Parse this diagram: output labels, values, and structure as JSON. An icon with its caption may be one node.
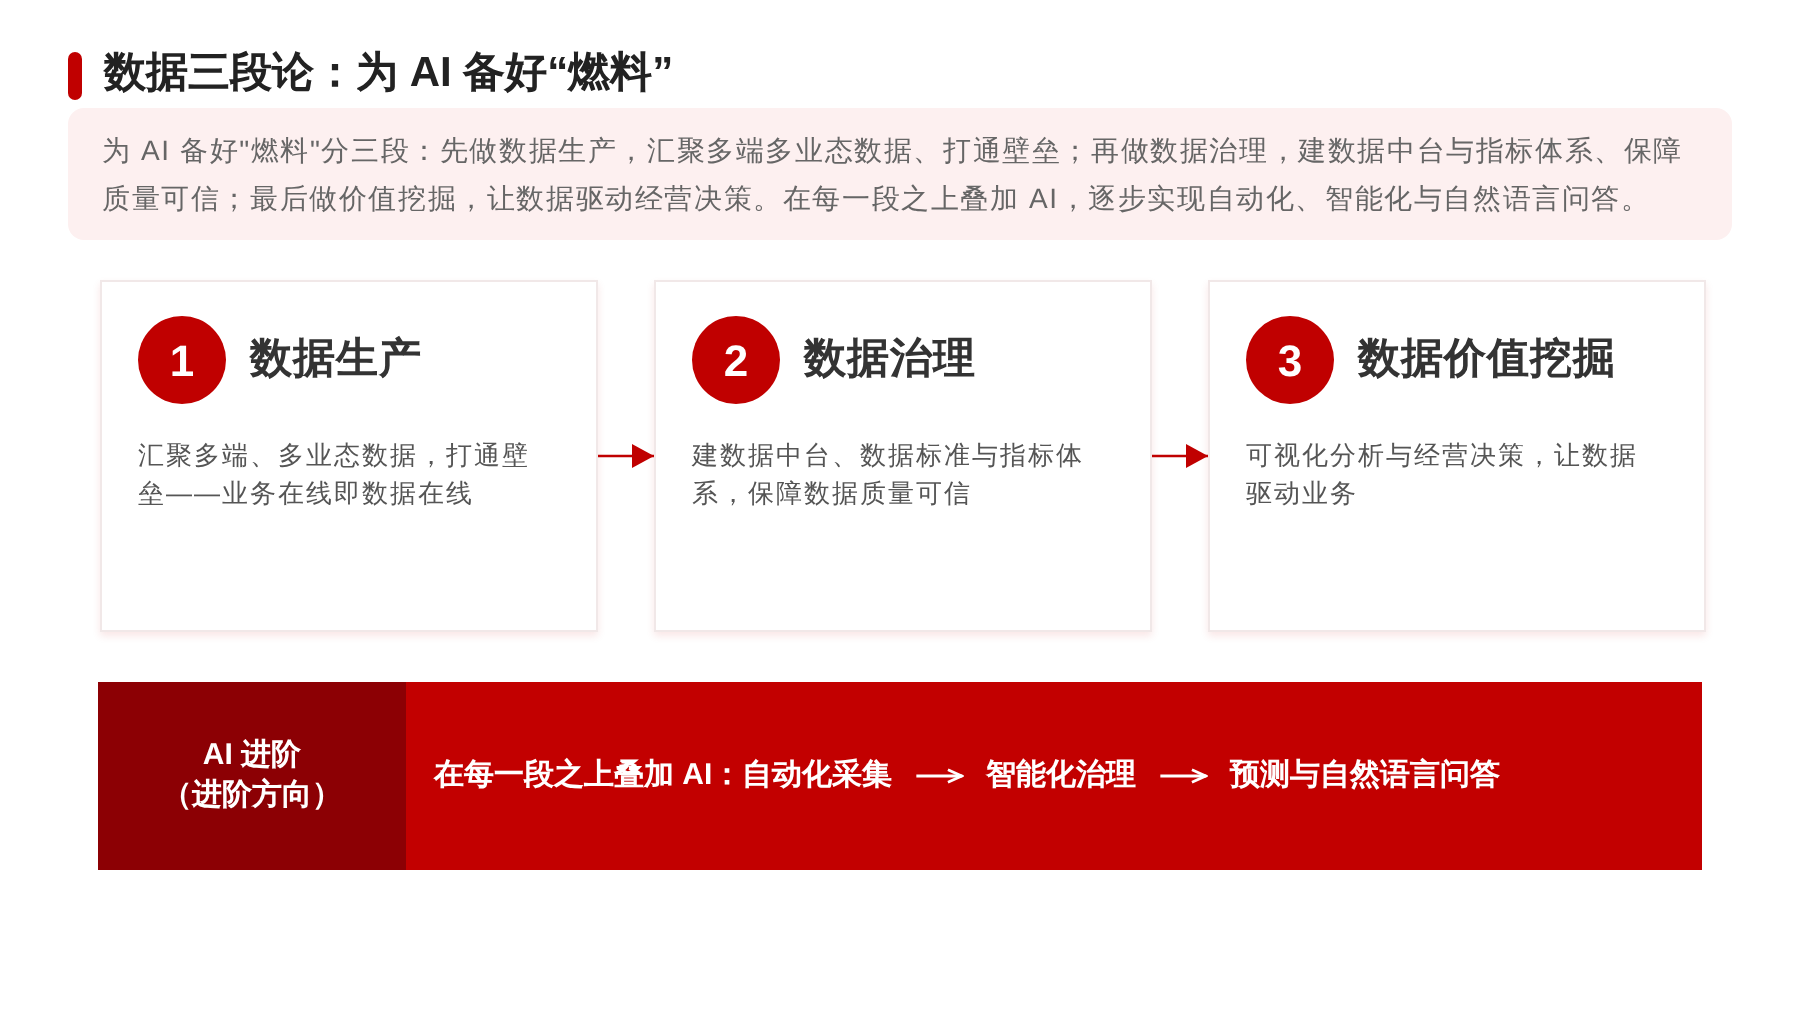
{
  "diagram": {
    "title": "数据三段论：为 AI 备好“燃料”",
    "nodes": [
      {
        "text": [
          "为 AI 备好\"燃料\"分三段：先做数据生产，汇聚多端多业态数据、打通壁垒；再做数据治理，建数据中台与指标体系、保障质量可信；最后做价值挖掘，让数据驱动经营决策。在每一段之上叠加 AI，逐步实现自动化、智能化与自然语言问答。"
        ]
      },
      {
        "text": [
          "数据生产",
          "汇聚多端、多业态数据，打通壁垒——业务在线即数据在线"
        ]
      },
      {
        "text": [
          "1"
        ],
        "in": 1
      },
      {
        "text": [
          "数据治理",
          "建数据中台、数据标准与指标体系，保障数据质量可信"
        ]
      },
      {
        "text": [
          "2"
        ],
        "in": 3
      },
      {
        "text": [
          "数据价值挖掘",
          "可视化分析与经营决策，让数据驱动业务"
        ]
      },
      {
        "text": [
          "3"
        ],
        "in": 5
      },
      {
        "text": [
          "在每一段之上叠加 AI："
        ]
      },
      {
        "text": [
          "AI 进阶",
          "（进阶方向）"
        ],
        "in": 7
      },
      {
        "text": [
          "自动化采集"
        ],
        "in": 7
      },
      {
        "text": [
          "智能化治理"
        ],
        "in": 7
      },
      {
        "text": [
          "预测与自然语言问答"
        ],
        "in": 7
      }
    ],
    "edges": [
      {
        "from": 1,
        "to": 3,
        "arrow": "to"
      },
      {
        "from": 3,
        "to": 5,
        "arrow": "to"
      },
      {
        "from": 9,
        "to": 10,
        "arrow": "to",
        "color": "#ffffff"
      },
      {
        "from": 10,
        "to": 11,
        "arrow": "to",
        "color": "#ffffff"
      }
    ]
  }
}
